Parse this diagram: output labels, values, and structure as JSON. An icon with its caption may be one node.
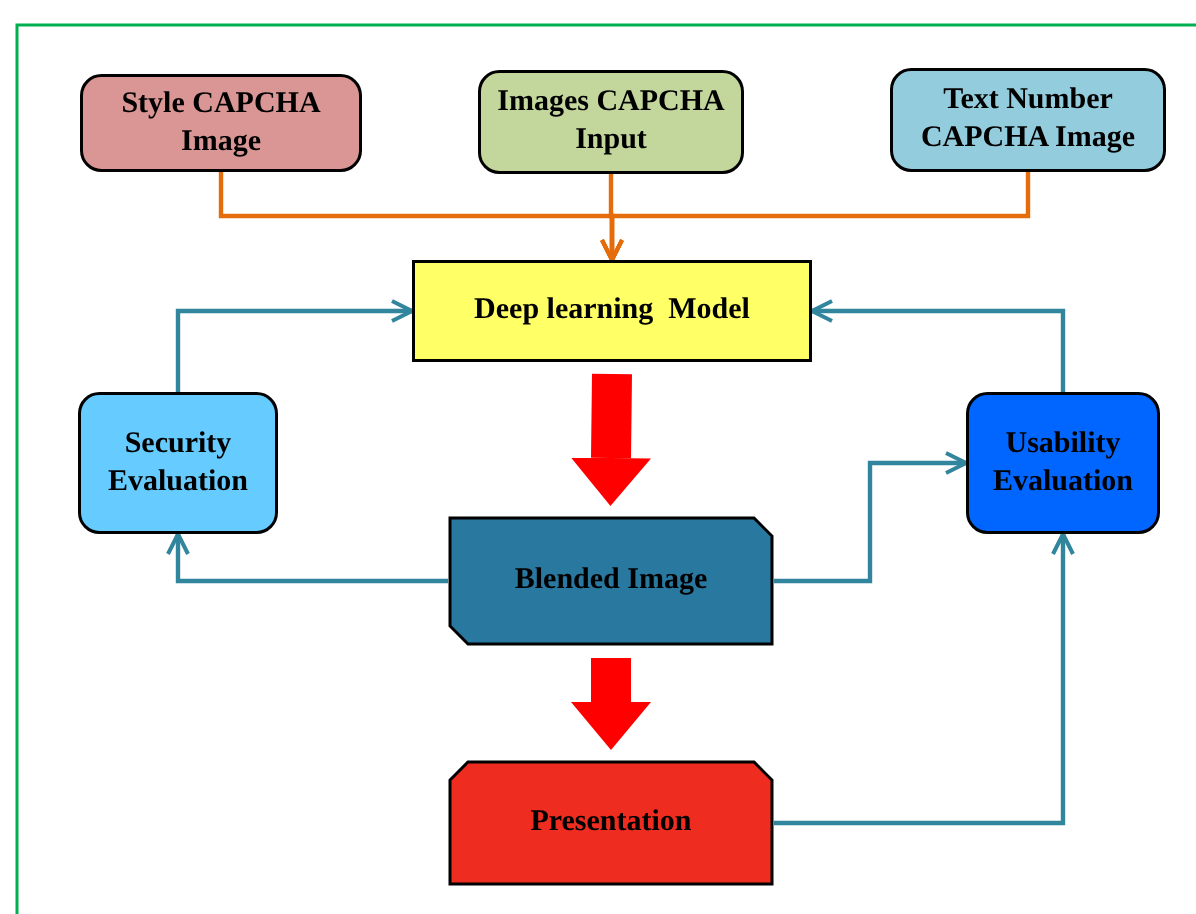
{
  "diagram": {
    "nodes": [
      {
        "text": [
          "Style CAPCHA Image"
        ]
      },
      {
        "text": [
          "Images CAPCHA Input"
        ]
      },
      {
        "text": [
          "Text Number CAPCHA Image"
        ]
      },
      {
        "text": [
          "Deep learning  Model"
        ]
      },
      {
        "text": [
          "Security Evaluation"
        ]
      },
      {
        "text": [
          "Usability Evaluation"
        ]
      },
      {
        "text": [
          "Blended Image"
        ]
      },
      {
        "text": [
          "Presentation"
        ]
      }
    ],
    "edges": [
      {
        "from": 0,
        "to": 3,
        "arrow": "to",
        "color": "#e46c0a"
      },
      {
        "from": 1,
        "to": 3,
        "arrow": "to",
        "color": "#e46c0a"
      },
      {
        "from": 2,
        "to": 3,
        "arrow": "to",
        "color": "#e46c0a"
      },
      {
        "from": 4,
        "to": 3,
        "arrow": "to"
      },
      {
        "from": 5,
        "to": 3,
        "arrow": "to"
      },
      {
        "from": 3,
        "to": 6,
        "arrow": "to",
        "style": "thick",
        "color": "#ff0000"
      },
      {
        "from": 6,
        "to": 4,
        "arrow": "to"
      },
      {
        "from": 6,
        "to": 5,
        "arrow": "to"
      },
      {
        "from": 6,
        "to": 7,
        "arrow": "to",
        "style": "thick",
        "color": "#ff0000"
      },
      {
        "from": 7,
        "to": 5,
        "arrow": "to"
      }
    ]
  }
}
